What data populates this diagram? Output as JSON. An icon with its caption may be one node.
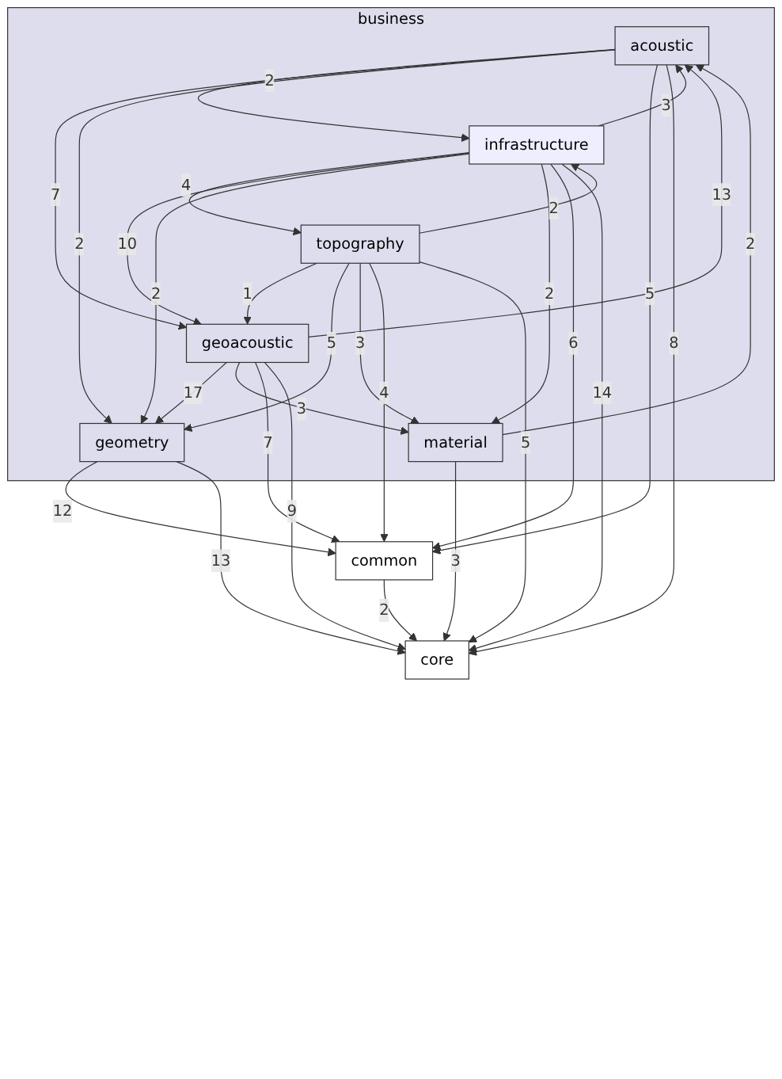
{
  "diagram": {
    "nodes": [
      {
        "text": [
          "business"
        ]
      },
      {
        "text": [
          "acoustic"
        ],
        "in": 0
      },
      {
        "text": [
          "infrastructure"
        ],
        "in": 0
      },
      {
        "text": [
          "topography"
        ],
        "in": 0
      },
      {
        "text": [
          "geoacoustic"
        ],
        "in": 0
      },
      {
        "text": [
          "geometry"
        ],
        "in": 0
      },
      {
        "text": [
          "material"
        ],
        "in": 0
      },
      {
        "text": [
          "common"
        ]
      },
      {
        "text": [
          "core"
        ]
      }
    ],
    "edges": [
      {
        "from": 1,
        "to": 2,
        "arrow": "to",
        "label": "2"
      },
      {
        "from": 2,
        "to": 1,
        "arrow": "to",
        "label": "3"
      },
      {
        "from": 4,
        "to": 1,
        "arrow": "to",
        "label": "13"
      },
      {
        "from": 6,
        "to": 1,
        "arrow": "to",
        "label": "2"
      },
      {
        "from": 1,
        "to": 4,
        "arrow": "to",
        "label": "7"
      },
      {
        "from": 1,
        "to": 5,
        "arrow": "to",
        "label": "2"
      },
      {
        "from": 1,
        "to": 7,
        "arrow": "to",
        "label": "5"
      },
      {
        "from": 1,
        "to": 8,
        "arrow": "to",
        "label": "8"
      },
      {
        "from": 2,
        "to": 3,
        "arrow": "to",
        "label": "4"
      },
      {
        "from": 3,
        "to": 2,
        "arrow": "to",
        "label": "2"
      },
      {
        "from": 2,
        "to": 4,
        "arrow": "to",
        "label": "10"
      },
      {
        "from": 2,
        "to": 5,
        "arrow": "to",
        "label": "2"
      },
      {
        "from": 2,
        "to": 6,
        "arrow": "to",
        "label": "2"
      },
      {
        "from": 2,
        "to": 7,
        "arrow": "to",
        "label": "6"
      },
      {
        "from": 2,
        "to": 8,
        "arrow": "to",
        "label": "14"
      },
      {
        "from": 3,
        "to": 4,
        "arrow": "to",
        "label": "1"
      },
      {
        "from": 3,
        "to": 5,
        "arrow": "to",
        "label": "5"
      },
      {
        "from": 3,
        "to": 6,
        "arrow": "to",
        "label": "3"
      },
      {
        "from": 3,
        "to": 7,
        "arrow": "to",
        "label": "4"
      },
      {
        "from": 3,
        "to": 8,
        "arrow": "to",
        "label": "5"
      },
      {
        "from": 4,
        "to": 5,
        "arrow": "to",
        "label": "17"
      },
      {
        "from": 4,
        "to": 6,
        "arrow": "to",
        "label": "3"
      },
      {
        "from": 4,
        "to": 7,
        "arrow": "to",
        "label": "7"
      },
      {
        "from": 4,
        "to": 8,
        "arrow": "to",
        "label": "9"
      },
      {
        "from": 5,
        "to": 7,
        "arrow": "to",
        "label": "12"
      },
      {
        "from": 5,
        "to": 8,
        "arrow": "to",
        "label": "13"
      },
      {
        "from": 6,
        "to": 8,
        "arrow": "to",
        "label": "3"
      },
      {
        "from": 7,
        "to": 8,
        "arrow": "to",
        "label": "2"
      }
    ]
  }
}
